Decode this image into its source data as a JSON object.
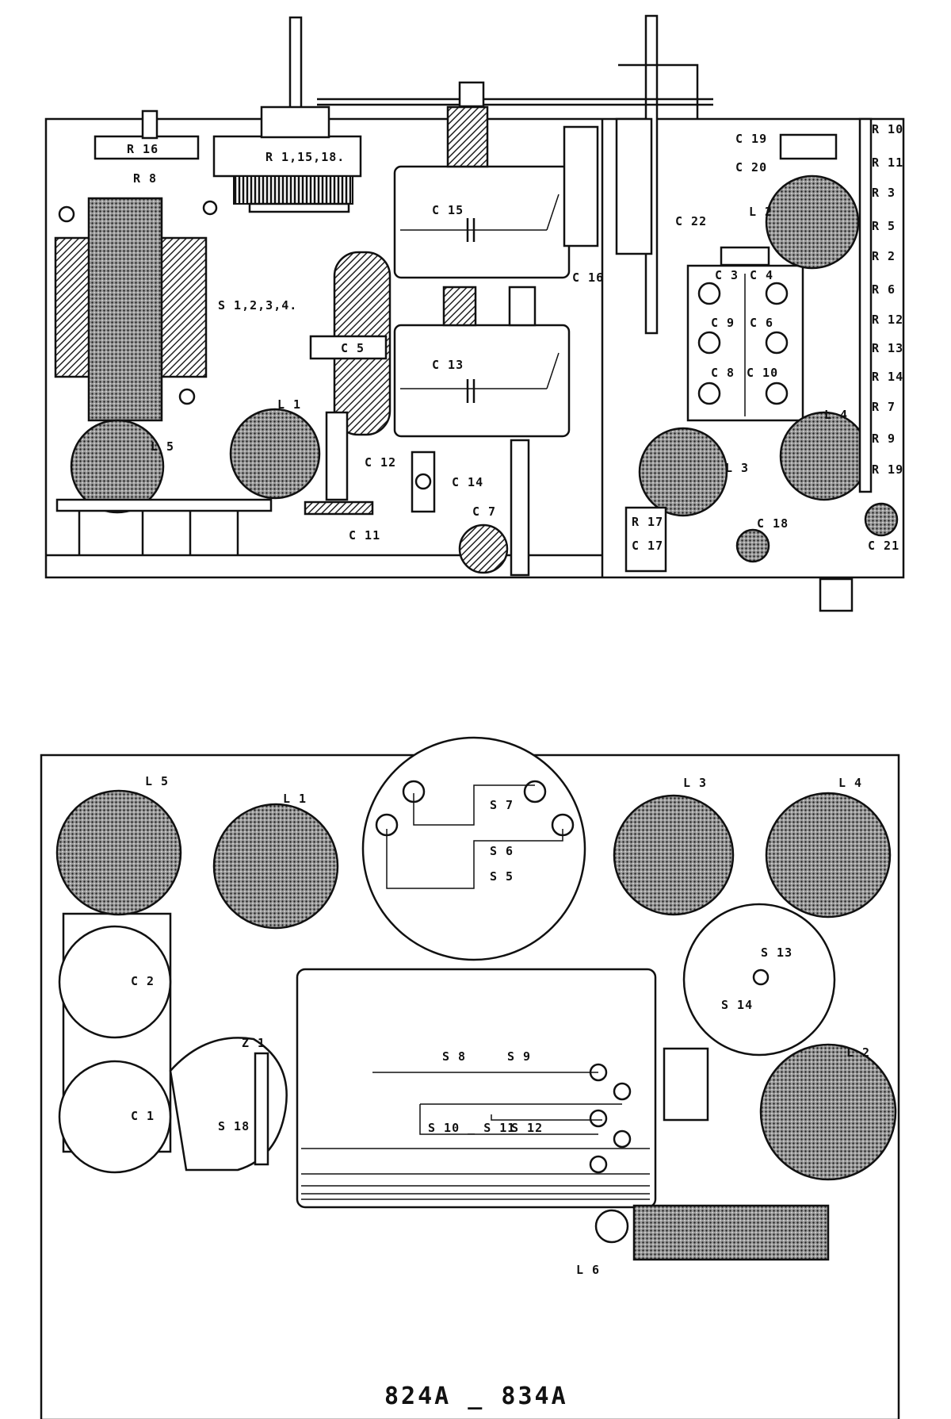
{
  "top_view": {
    "labels": {
      "r16": "R 16",
      "r8": "R 8",
      "r1_15_18": "R 1,15,18.",
      "c19": "C 19",
      "c20": "C 20",
      "r10": "R 10",
      "r11": "R 11",
      "r3": "R 3",
      "r5": "R 5",
      "r2": "R 2",
      "r6": "R 6",
      "r12": "R 12",
      "r13": "R 13",
      "r14": "R 14",
      "r7": "R 7",
      "r9": "R 9",
      "r19": "R 19",
      "c15": "C 15",
      "c16": "C 16",
      "c22": "C 22",
      "l2": "L 2",
      "s1234": "S 1,2,3,4.",
      "c5": "C 5",
      "c13": "C 13",
      "c3": "C 3",
      "c4": "C 4",
      "c9": "C 9",
      "c6": "C 6",
      "c8": "C 8",
      "c10": "C 10",
      "l1": "L 1",
      "l4": "L 4",
      "l5": "L 5",
      "c12": "C 12",
      "c14": "C 14",
      "l3": "L 3",
      "c7": "C 7",
      "c11": "C 11",
      "r17": "R 17",
      "c17": "C 17",
      "c18": "C 18",
      "c21": "C 21"
    }
  },
  "bottom_view": {
    "labels": {
      "l5": "L 5",
      "l1": "L 1",
      "l3": "L 3",
      "l4": "L 4",
      "s7": "S 7",
      "s6": "S 6",
      "s5": "S 5",
      "c2": "C 2",
      "s13": "S 13",
      "s14": "S 14",
      "l2": "L 2",
      "z1": "Z 1",
      "c1": "C 1",
      "s18": "S 18",
      "s8": "S 8",
      "s9": "S 9",
      "s10_s11": "S 10 _ S 11",
      "s12": "S 12",
      "l6": "L 6"
    }
  },
  "caption": "824A _ 834A"
}
